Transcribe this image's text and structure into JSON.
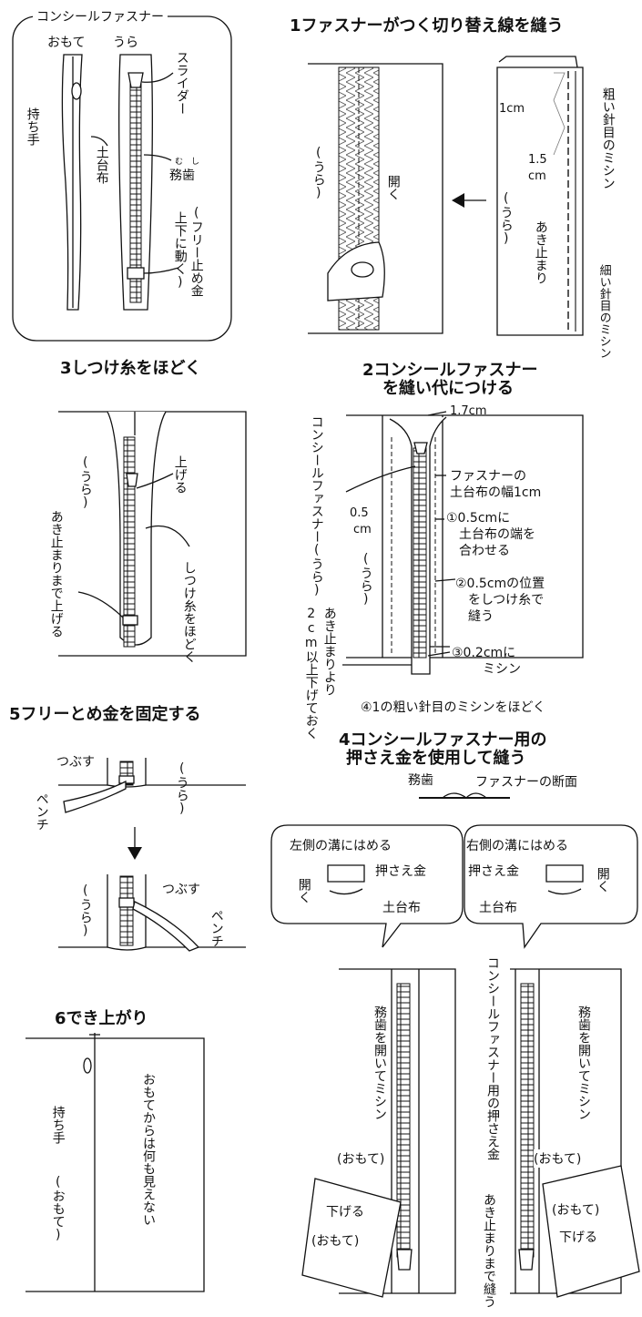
{
  "panel_legend": {
    "title": "コンシールファスナー",
    "front": "おもて",
    "back": "うら",
    "pull_tab": "持ち手",
    "tape": "土台布",
    "slider": "スライダー",
    "teeth": "務歯",
    "teeth_ruby": "む　し",
    "stopper": "(フリー止め金",
    "stopper_sub": "上下に動く)"
  },
  "step1": {
    "title": "1ファスナーがつく切り替え線を縫う",
    "open": "開く",
    "ura": "(うら)",
    "cm1": "1cm",
    "cm15a": "1.5",
    "cm15b": "cm",
    "coarse": "粗い針目のミシン",
    "akidomari": "あき止まり",
    "fine": "細い針目のミシン"
  },
  "step2": {
    "title_line1": "2コンシールファスナー",
    "title_line2": "を縫い代につける",
    "cm17": "1.7cm",
    "zipper_ura": "コンシールファスナー(うら)",
    "half_cm_a": "0.5",
    "half_cm_b": "cm",
    "ura": "(うら)",
    "tape_width_1": "ファスナーの",
    "tape_width_2": "土台布の幅1cm",
    "n1_line1": "①0.5cmに",
    "n1_line2": "土台布の端を",
    "n1_line3": "合わせる",
    "n2_line1": "②0.5cmの位置",
    "n2_line2": "をしつけ糸で",
    "n2_line3": "縫う",
    "n3_line1": "③0.2cmに",
    "n3_line2": "ミシン",
    "left_note_a": "あき止まりより",
    "left_note_b": "2cm以上下げておく",
    "n4": "④1の粗い針目のミシンをほどく"
  },
  "step3": {
    "title": "3しつけ糸をほどく",
    "ura": "(うら)",
    "raise": "上げる",
    "raise_to": "あき止まりまで上げる",
    "unpick": "しつけ糸をほどく"
  },
  "step4": {
    "title_line1": "4コンシールファスナー用の",
    "title_line2": "押さえ金を使用して縫う",
    "teeth": "務歯",
    "section": "ファスナーの断面",
    "left_groove": "左側の溝にはめる",
    "right_groove": "右側の溝にはめる",
    "presser": "押さえ金",
    "open": "開く",
    "tape": "土台布",
    "foot_label": "コンシールファスナー用の押さえ金",
    "sew_open": "務歯を開いてミシン",
    "omote": "(おもて)",
    "lower": "下げる",
    "sew_to": "あき止まりまで縫う"
  },
  "step5": {
    "title": "5フリーとめ金を固定する",
    "crush": "つぶす",
    "pliers": "ペンチ",
    "ura": "(うら)"
  },
  "step6": {
    "title": "6でき上がり",
    "pull_tab": "持ち手",
    "omote": "(おもて)",
    "invisible": "おもてからは何も見えない"
  }
}
